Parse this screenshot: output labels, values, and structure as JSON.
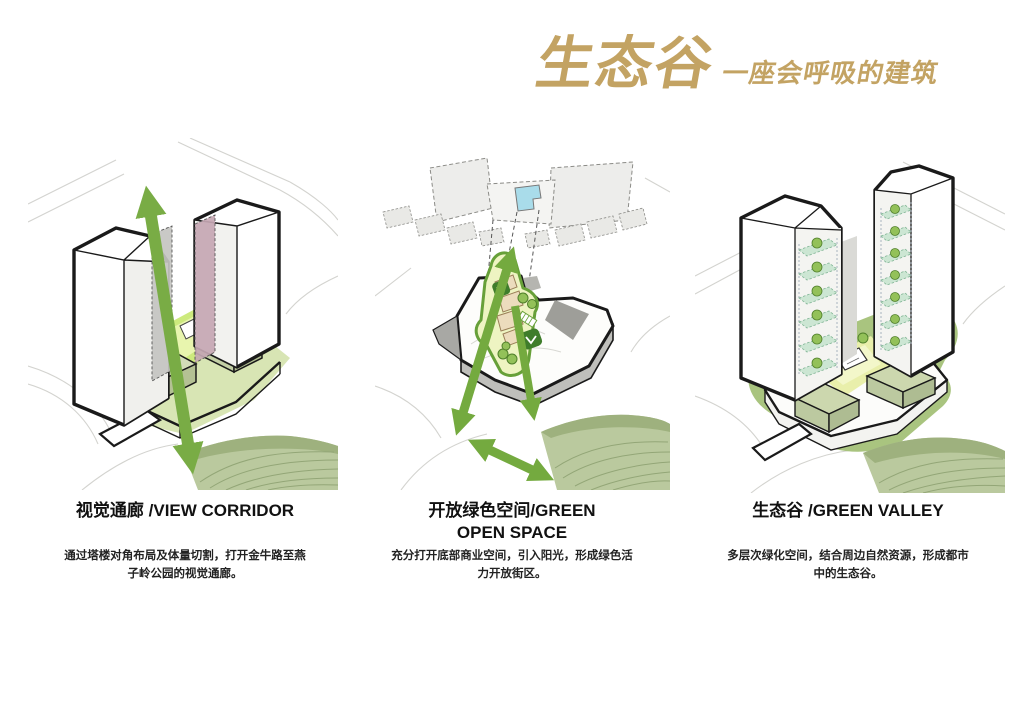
{
  "slide": {
    "title": "生态谷",
    "subtitle": "一座会呼吸的建筑"
  },
  "diagrams": [
    {
      "caption": "视觉通廊 /VIEW CORRIDOR",
      "description": "通过塔楼对角布局及体量切割，打开金牛路至燕子岭公园的视觉通廊。",
      "art": "axonometric-two-towers-with-diagonal-view-corridor-arrow"
    },
    {
      "caption": "开放绿色空间/GREEN OPEN SPACE",
      "description": "充分打开底部商业空间，引入阳光，形成绿色活力开放街区。",
      "art": "axonometric-podium-with-green-valley-strip-and-street-arrows"
    },
    {
      "caption": "生态谷 /GREEN VALLEY",
      "description": "多层次绿化空间，结合周边自然资源，形成都市中的生态谷。",
      "art": "axonometric-towers-with-terraced-green-valley"
    }
  ],
  "colors": {
    "accent_gold": "#c3a363",
    "arrow_green": "#77ab43",
    "lawn_green": "#d8e5b4",
    "park_green": "#bac99e",
    "park_band_green": "#9eb17e",
    "valley_fill": "#eef4c2",
    "valley_border": "#67a039",
    "tree_green": "#93c159",
    "sage_roof": "#c5d0a8",
    "tan_box": "#ecdcbd",
    "pool_blue": "#a9dcea",
    "cut_face_pink": "#c6a7b3",
    "cut_face_gray": "#c4c4c1",
    "outline_black": "#1a1a1a"
  }
}
